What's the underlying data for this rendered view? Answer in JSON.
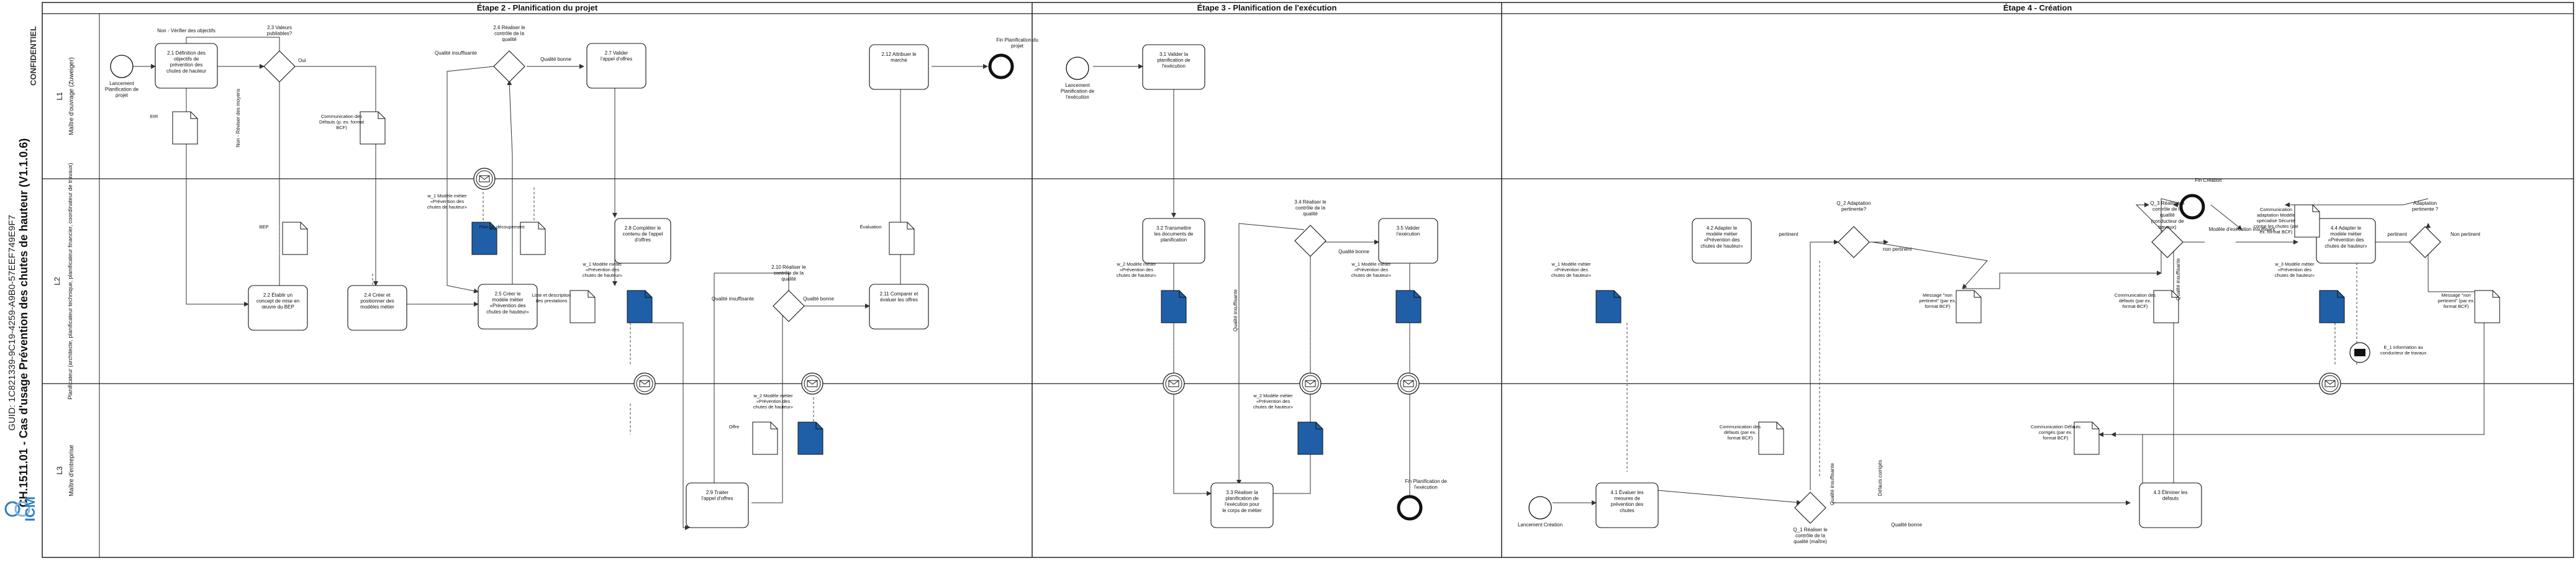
{
  "diagram": {
    "side_title": "CH.1511.01 - Cas d'usage Prévention des chutes de hauteur (V1.1.0.6)",
    "side_guid": "GUID: 1C821339-9C19-4259-A9B0-57EEF749E9F7",
    "logo_text": "ICM",
    "vertical_tag": "CONFIDENTIEL",
    "stages": [
      {
        "title": "Étape 2 - Planification du projet"
      },
      {
        "title": "Étape 3 - Planification de l'exécution"
      },
      {
        "title": "Étape 4 - Création"
      }
    ],
    "lanes": [
      {
        "code": "L1",
        "name": "Maître d'ouvrage (Zuweiger)"
      },
      {
        "code": "L2",
        "name": "Planificateur (architecte, planificateur technique, planificateur financier, coordinateur de travaux)"
      },
      {
        "code": "L3",
        "name": "Maître d'entreprise"
      }
    ],
    "events": [
      {
        "id": "start-2",
        "label": "Lancement Planification de projet"
      },
      {
        "id": "end-2",
        "label": "Fin Planification du projet"
      },
      {
        "id": "start-3",
        "label": "Lancement Planification de l'exécution"
      },
      {
        "id": "end-3",
        "label": "Fin Planification de l'exécution"
      },
      {
        "id": "start-4",
        "label": "Lancement Création"
      },
      {
        "id": "end-4",
        "label": "Fin Création"
      }
    ],
    "tasks": [
      {
        "id": "t21",
        "label": "2.1 Définition des objectifs de prévention des chutes de hauteur"
      },
      {
        "id": "t22",
        "label": "2.2 Établir un concept de mise en œuvre du BEP"
      },
      {
        "id": "t24",
        "label": "2.4 Créer et positionner des modèles métier"
      },
      {
        "id": "t25",
        "label": "2.5 Créer le modèle métier «Prévention des chutes de hauteur»"
      },
      {
        "id": "t27",
        "label": "2.7 Valider l'appel d'offres"
      },
      {
        "id": "t28",
        "label": "2.8 Compléter le contenu de l'appel d'offres"
      },
      {
        "id": "t29",
        "label": "2.9 Traiter l'appel d'offres"
      },
      {
        "id": "t211",
        "label": "2.11 Comparer et évaluer les offres"
      },
      {
        "id": "t212",
        "label": "2.12 Attribuer le marché"
      },
      {
        "id": "t31",
        "label": "3.1 Valider la planification de l'exécution"
      },
      {
        "id": "t32",
        "label": "3.2 Transmettre les documents de planification"
      },
      {
        "id": "t33",
        "label": "3.3 Réaliser la planification de l'exécution pour le corps de métier"
      },
      {
        "id": "t35",
        "label": "3.5 Valider l'exécution"
      },
      {
        "id": "t41",
        "label": "4.1 Évaluer les mesures de prévention des chutes"
      },
      {
        "id": "t42",
        "label": "4.2 Adapter le modèle métier «Prévention des chutes de hauteur»"
      },
      {
        "id": "t43",
        "label": "4.3 Éliminer les défauts"
      },
      {
        "id": "t44",
        "label": "4.4 Adapter le modèle métier «Prévention des chutes de hauteur»"
      }
    ],
    "gateways": [
      {
        "id": "g23",
        "label": "2.3 Valeurs publiables?"
      },
      {
        "id": "g26",
        "label": "2.6 Réaliser le contrôle de la qualité"
      },
      {
        "id": "g210",
        "label": "2.10 Réaliser le contrôle de la qualité"
      },
      {
        "id": "g34",
        "label": "3.4 Réaliser le contrôle de la qualité"
      },
      {
        "id": "gq1",
        "label": "Q_1 Réaliser le contrôle de la qualité (maître)"
      },
      {
        "id": "gq2",
        "label": "Q_2 Adaptation pertinente?"
      },
      {
        "id": "gq3",
        "label": "Q_3 Réaliser le contrôle de la qualité (conducteur de travaux)"
      },
      {
        "id": "gq4",
        "label": "Adaptation pertinente ?"
      }
    ],
    "documents": [
      {
        "id": "d-eir",
        "label": "EIR"
      },
      {
        "id": "d-bep",
        "label": "BEP"
      },
      {
        "id": "d-defauts",
        "label": "Communication des Défauts (p. ex. format BCF)"
      },
      {
        "id": "d-plan",
        "label": "Plan de découpement"
      },
      {
        "id": "d-liste",
        "label": "Liste et description des prestations"
      },
      {
        "id": "d-eval",
        "label": "Évaluation"
      },
      {
        "id": "d-offre",
        "label": "Offre"
      },
      {
        "id": "d-nonpert",
        "label": "Message \"non pertinent\" (par ex. format BCF)"
      },
      {
        "id": "d-comdef4",
        "label": "Communication des défauts (par ex. format BCF)"
      },
      {
        "id": "d-comcorr",
        "label": "Communication Défauts corrigés (par ex. format BCF)"
      },
      {
        "id": "d-comadapt",
        "label": "Communication adaptation Modèle spécialisé Sécurité contre les chutes (par ex. format BCF)"
      },
      {
        "id": "d-comdef5",
        "label": "Communication des défauts (par ex. format BCF)"
      },
      {
        "id": "d-nonpert2",
        "label": "Message \"non pertinent\" (par ex. format BCF)"
      }
    ],
    "models": [
      {
        "id": "m-25",
        "label": "w_1 Modèle métier «Prévention des chutes de hauteur»"
      },
      {
        "id": "m-28",
        "label": "w_1 Modèle métier «Prévention des chutes de hauteur»"
      },
      {
        "id": "m-29",
        "label": "w_2 Modèle métier «Prévention des chutes de hauteur»"
      },
      {
        "id": "m-32",
        "label": "w_2 Modèle métier «Prévention des chutes de hauteur»"
      },
      {
        "id": "m-33",
        "label": "w_2 Modèle métier «Prévention des chutes de hauteur»"
      },
      {
        "id": "m-35",
        "label": "w_1 Modèle métier «Prévention des chutes de hauteur»"
      },
      {
        "id": "m-41",
        "label": "w_1 Modèle métier «Prévention des chutes de hauteur»"
      },
      {
        "id": "m-44",
        "label": "w_3 Modèle métier «Prévention des chutes de hauteur»"
      }
    ],
    "flow_labels": [
      "Non - Vérifier des objectifs",
      "Oui",
      "Non - Réviser des moyens",
      "Qualité insuffisante",
      "Qualité bonne",
      "Qualité insuffisante",
      "Qualité bonne",
      "Qualité insuffisante",
      "Qualité bonne",
      "pertinent",
      "non pertinent",
      "Qualité bonne",
      "Qualité insuffisante",
      "Défauts corrigés",
      "Modèle d'exécution insuffisant",
      "pertinent",
      "Non pertinent",
      "Qualité insuffisante"
    ],
    "info_event": {
      "label": "E_1 Information au conducteur de travaux"
    }
  }
}
